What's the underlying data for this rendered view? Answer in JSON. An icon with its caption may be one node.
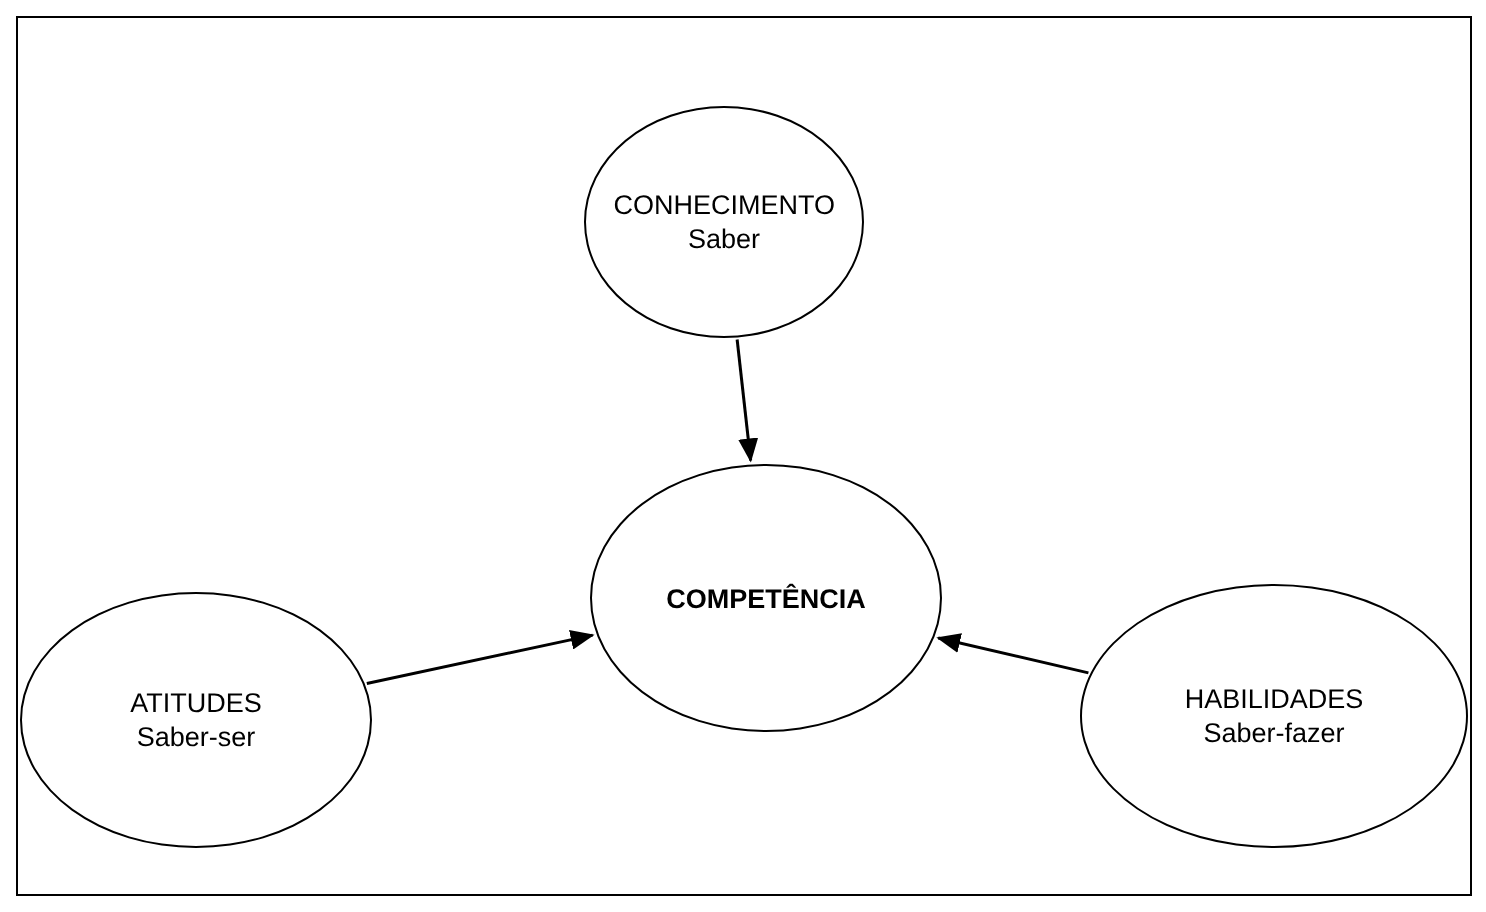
{
  "diagram": {
    "nodes": [
      {
        "text": [
          "CONHECIMENTO",
          "Saber"
        ]
      },
      {
        "text": [
          "COMPETÊNCIA"
        ]
      },
      {
        "text": [
          "ATITUDES",
          "Saber-ser"
        ]
      },
      {
        "text": [
          "HABILIDADES",
          "Saber-fazer"
        ]
      }
    ],
    "edges": [
      {
        "from": 0,
        "to": 1,
        "arrow": "to"
      },
      {
        "from": 2,
        "to": 1,
        "arrow": "to"
      },
      {
        "from": 3,
        "to": 1,
        "arrow": "to"
      }
    ]
  }
}
